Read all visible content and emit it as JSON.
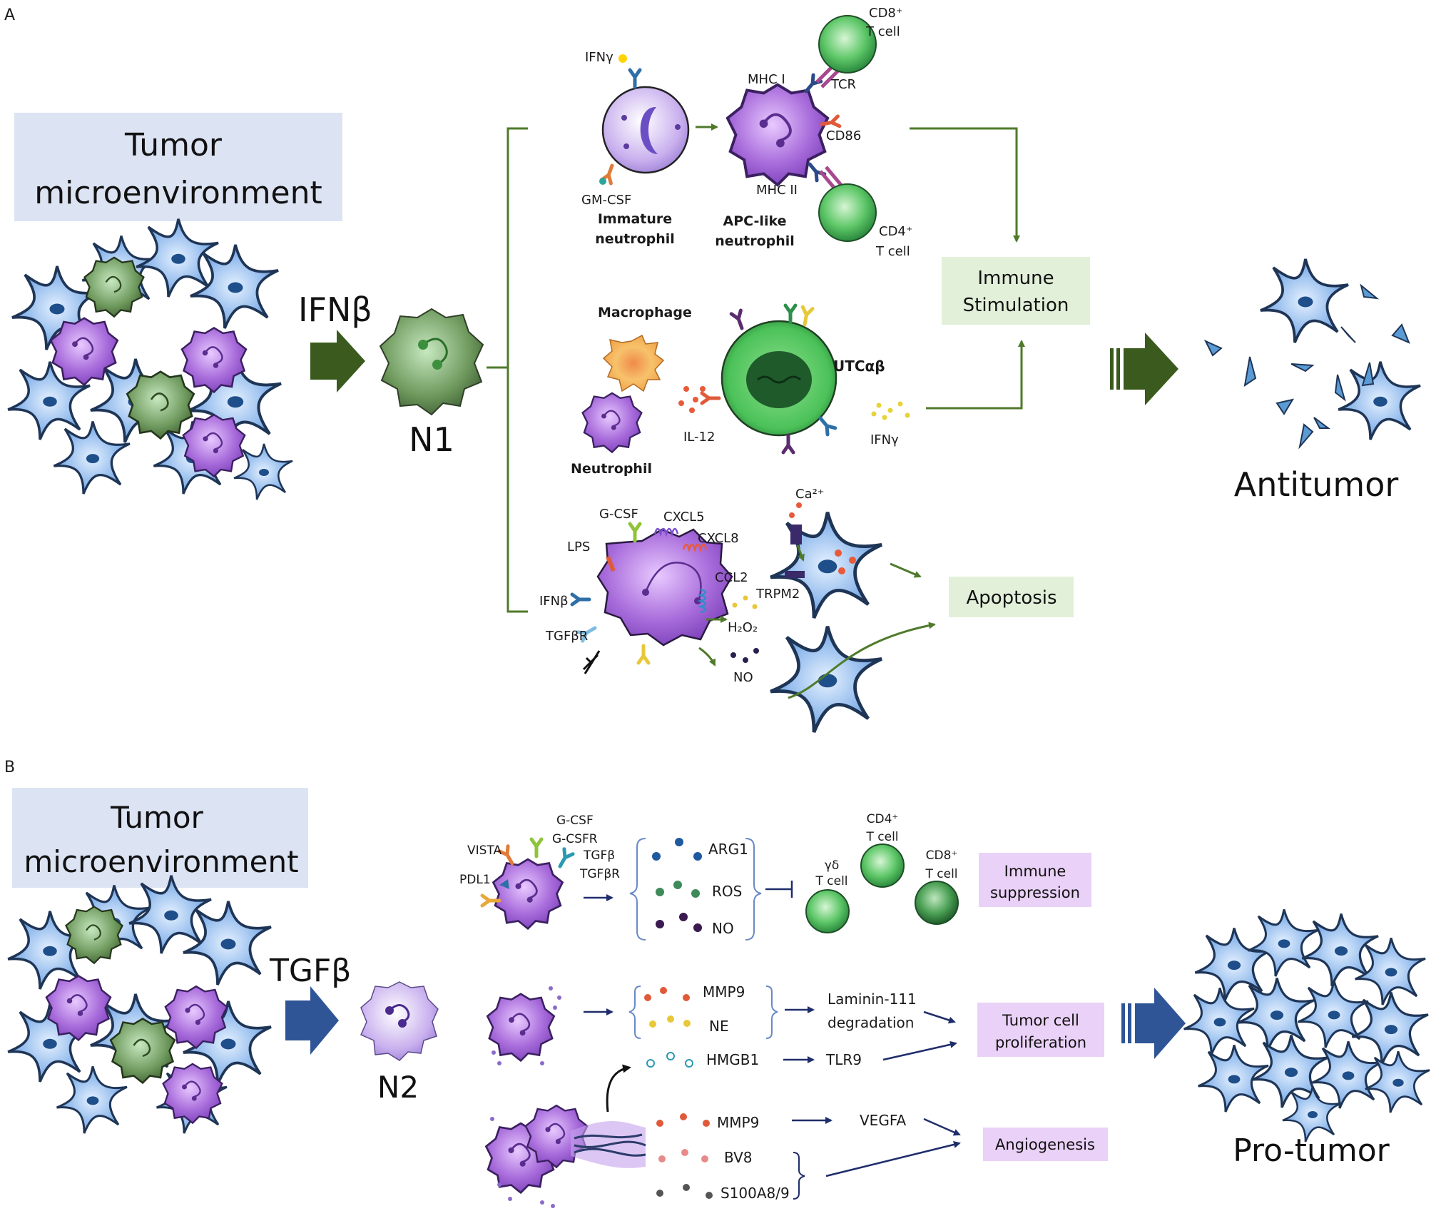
{
  "panel_a": {
    "letter": "A",
    "tme_title_line1": "Tumor",
    "tme_title_line2": "microenvironment",
    "inducer": "IFNβ",
    "cell_label": "N1",
    "pathway1": {
      "ifng": "IFNγ",
      "gmcsf": "GM-CSF",
      "immature_line1": "Immature",
      "immature_line2": "neutrophil",
      "mhc1": "MHC I",
      "tcr": "TCR",
      "cd86": "CD86",
      "mhc2": "MHC II",
      "apc_line1": "APC-like",
      "apc_line2": "neutrophil",
      "cd8_line1": "CD8⁺",
      "cd8_line2": "T cell",
      "cd4_line1": "CD4⁺",
      "cd4_line2": "T cell"
    },
    "pathway2": {
      "macrophage": "Macrophage",
      "neutrophil": "Neutrophil",
      "il12": "IL-12",
      "utc": "UTCαβ",
      "ifng": "IFNγ"
    },
    "pathway3": {
      "gcsf": "G-CSF",
      "cxcl5": "CXCL5",
      "cxcl8": "CXCL8",
      "lps": "LPS",
      "ccl2": "CCL2",
      "trpm2": "TRPM2",
      "ifnb": "IFNβ",
      "tgfbr": "TGFβR",
      "h2o2": "H₂O₂",
      "no": "NO",
      "ca": "Ca²⁺"
    },
    "immune_stim_line1": "Immune",
    "immune_stim_line2": "Stimulation",
    "apoptosis": "Apoptosis",
    "outcome": "Antitumor"
  },
  "panel_b": {
    "letter": "B",
    "tme_title_line1": "Tumor",
    "tme_title_line2": "microenvironment",
    "inducer": "TGFβ",
    "cell_label": "N2",
    "row1": {
      "vista": "VISTA",
      "pdl1": "PDL1",
      "gcsf": "G-CSF",
      "gcsfr": "G-CSFR",
      "tgfb": "TGFβ",
      "tgfbr": "TGFβR",
      "arg1": "ARG1",
      "ros": "ROS",
      "no": "NO",
      "gd_line1": "γδ",
      "gd_line2": "T cell",
      "cd4_line1": "CD4⁺",
      "cd4_line2": "T cell",
      "cd8_line1": "CD8⁺",
      "cd8_line2": "T cell",
      "outcome_line1": "Immune",
      "outcome_line2": "suppression"
    },
    "row2": {
      "mmp9": "MMP9",
      "ne": "NE",
      "laminin_line1": "Laminin-111",
      "laminin_line2": "degradation",
      "hmgb1": "HMGB1",
      "tlr9": "TLR9",
      "outcome_line1": "Tumor cell",
      "outcome_line2": "proliferation"
    },
    "row3": {
      "mmp9": "MMP9",
      "vegfa": "VEGFA",
      "bv8": "BV8",
      "s100": "S100A8/9",
      "outcome": "Angiogenesis"
    },
    "outcome": "Pro-tumor"
  },
  "colors": {
    "green_dark": "#3a5a1e",
    "green_line": "#4f7a2a",
    "navy": "#1f2d6b",
    "blue_arrow": "#2f5597",
    "tme_box": "#dce3f3",
    "green_box": "#e2f0d9",
    "purple_box": "#ead1f7",
    "tumor_cell": "#5b9bd5",
    "neutrophil": "#a86cdb"
  }
}
